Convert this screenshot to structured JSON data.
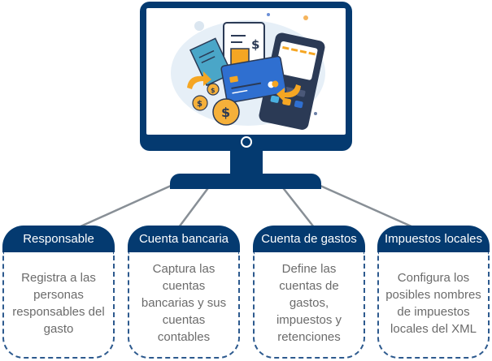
{
  "diagram": {
    "illustration": "finance-expenses-illustration",
    "colors": {
      "primary": "#043a70",
      "connector": "#888f96",
      "body_text": "#6b6b6b",
      "accent_orange": "#f5a623",
      "accent_blue": "#2f6fd0"
    },
    "boxes": [
      {
        "title": "Responsable",
        "description": "Registra a las personas responsables del gasto"
      },
      {
        "title": "Cuenta bancaria",
        "description": "Captura las cuentas bancarias y sus cuentas contables"
      },
      {
        "title": "Cuenta de gastos",
        "description": "Define las cuentas de gastos, impuestos y retenciones"
      },
      {
        "title": "Impuestos locales",
        "description": "Configura los posibles nombres de impuestos locales del XML"
      }
    ]
  }
}
